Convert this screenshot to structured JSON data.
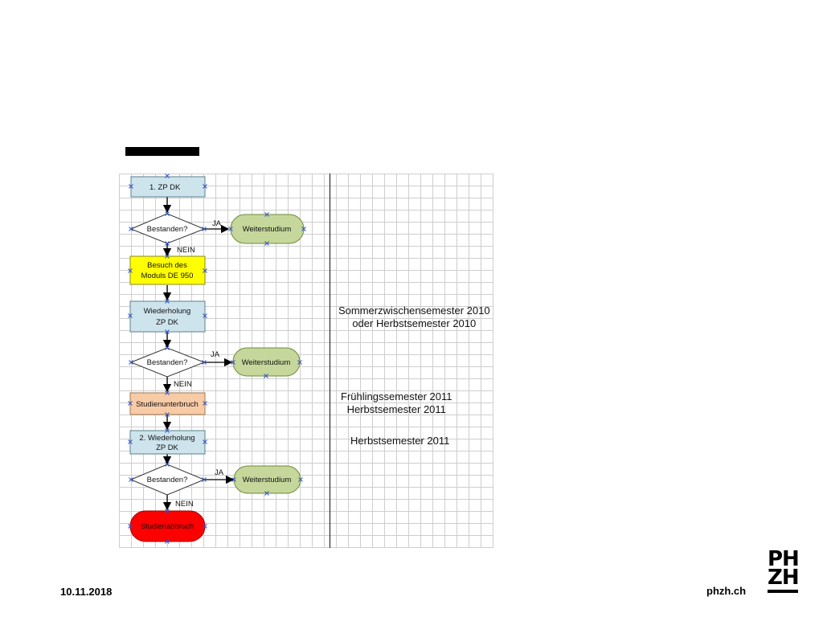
{
  "flowchart": {
    "step1": "1. ZP DK",
    "decision1": "Bestanden?",
    "yes1": "JA",
    "continue1": "Weiterstudium",
    "no1": "NEIN",
    "step2_line1": "Besuch des",
    "step2_line2": "Moduls DE 950",
    "step3_line1": "Wiederholung",
    "step3_line2": "ZP DK",
    "decision2": "Bestanden?",
    "yes2": "JA",
    "continue2": "Weiterstudium",
    "no2": "NEIN",
    "step4": "Studienunterbruch",
    "step5_line1": "2. Wiederholung",
    "step5_line2": "ZP DK",
    "decision3": "Bestanden?",
    "yes3": "JA",
    "continue3": "Weiterstudium",
    "no3": "NEIN",
    "end": "Studienabbruch",
    "colors": {
      "process": "#cde4ec",
      "highlight": "#ffff00",
      "pause": "#f8cba7",
      "terminal_green": "#c5d79b",
      "terminal_red": "#ff0000"
    }
  },
  "notes": {
    "note1_line1": "Sommerzwischensemester 2010",
    "note1_line2": "oder Herbstsemester 2010",
    "note2_line1": "Frühlingssemester 2011",
    "note2_line2": "Herbstsemester 2011",
    "note3": "Herbstsemester 2011"
  },
  "footer": {
    "date": "10.11.2018",
    "site": "phzh.ch",
    "logo_line1": "PH",
    "logo_line2": "ZH"
  }
}
